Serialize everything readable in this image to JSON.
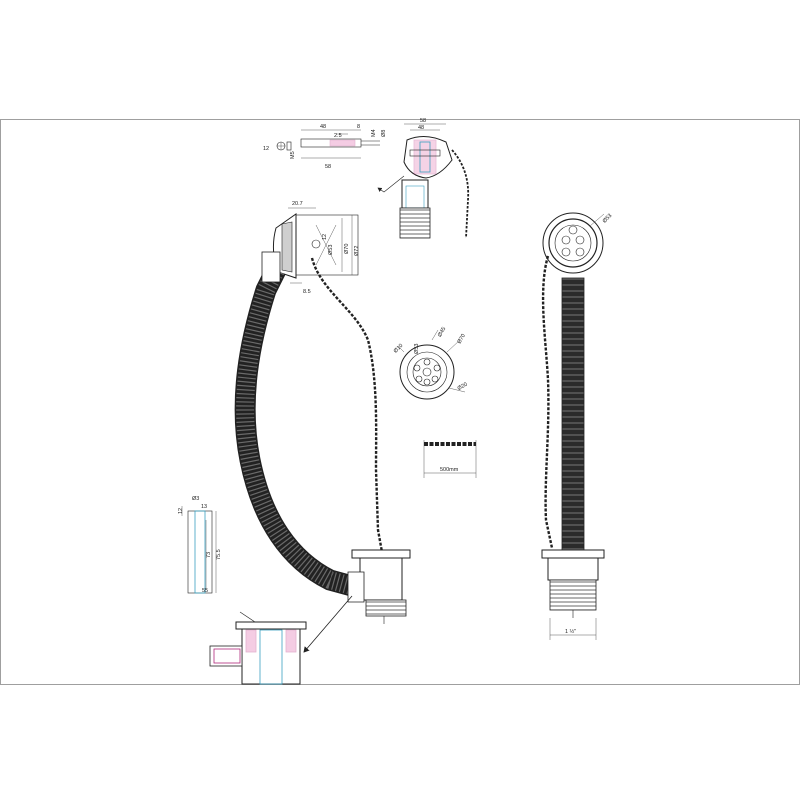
{
  "colors": {
    "line": "#222222",
    "hose_dark": "#2b2b2b",
    "hose_rib": "#6a6a6a",
    "accent_magenta": "#b0287a",
    "accent_cyan": "#3aa0c0",
    "accent_pink": "#e070b0",
    "border": "#888888"
  },
  "top_detail": {
    "dim_48": "48",
    "dim_2_5": "2.5",
    "dim_8": "8",
    "dim_m4": "M4",
    "dim_d8": "Ø8",
    "dim_12": "12",
    "dim_m5": "M5",
    "dim_58": "58"
  },
  "valve_detail": {
    "dim_58": "58",
    "dim_48": "48"
  },
  "overflow_detail": {
    "dim_20_7": "20.7",
    "dim_d53": "Ø53",
    "dim_d70": "Ø70",
    "dim_d72": "Ø72",
    "dim_12": "12",
    "dim_8_5": "8.5"
  },
  "plug_detail": {
    "dim_d45": "Ø45",
    "dim_d10": "Ø10",
    "dim_d53": "Ø53",
    "dim_d70": "Ø70",
    "dim_d20": "Ø20"
  },
  "chain_detail": {
    "length": "500mm"
  },
  "side_view": {
    "dim_d53": "Ø53",
    "thread": "1 ½\""
  },
  "waste_section": {
    "dim_12": "12",
    "dim_d3": "Ø3",
    "dim_13": "13",
    "dim_73": "73",
    "dim_75_5": "75.5",
    "dim_55": "55"
  }
}
